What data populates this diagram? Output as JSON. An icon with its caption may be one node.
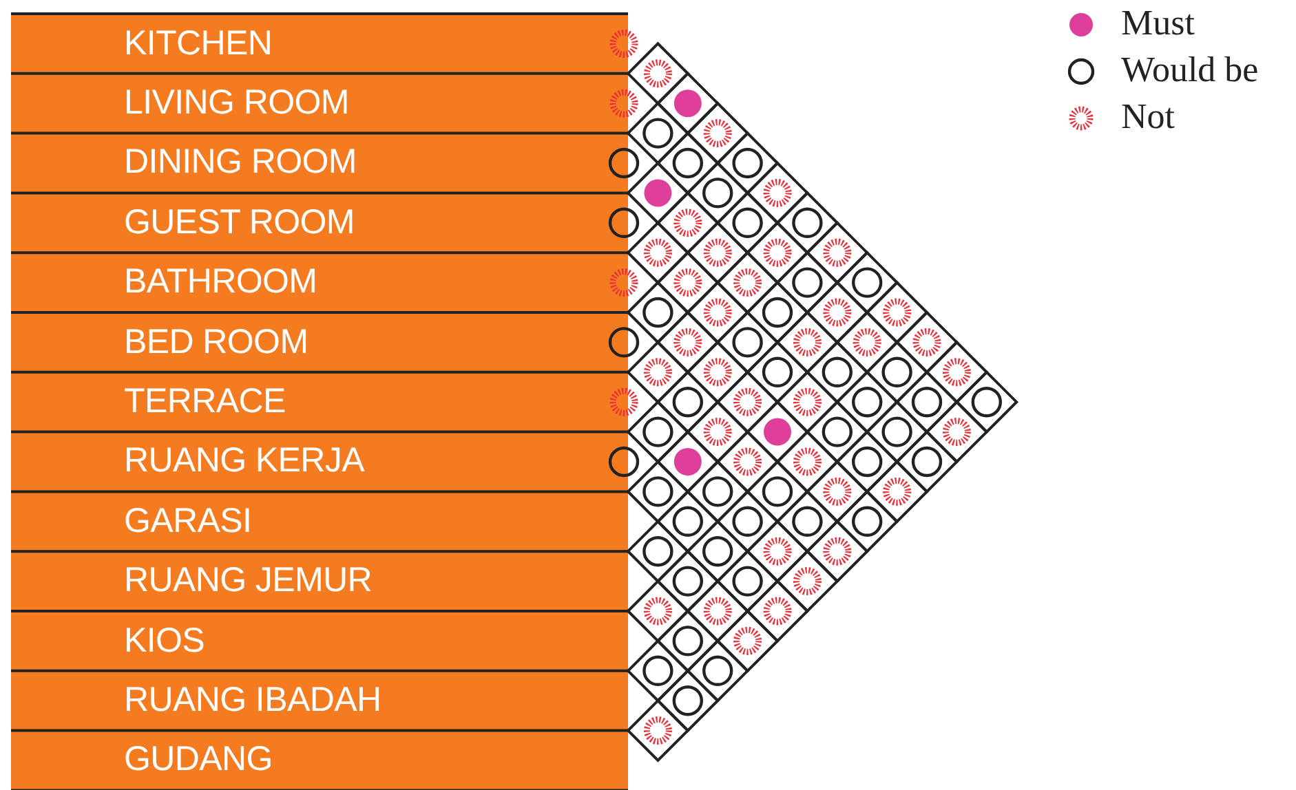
{
  "diagram": {
    "nodes": [
      {
        "text": [
          "KITCHEN"
        ]
      },
      {
        "text": [
          "LIVING ROOM"
        ]
      },
      {
        "text": [
          "DINING ROOM"
        ]
      },
      {
        "text": [
          "GUEST ROOM"
        ]
      },
      {
        "text": [
          "BATHROOM"
        ]
      },
      {
        "text": [
          "BED ROOM"
        ]
      },
      {
        "text": [
          "TERRACE"
        ]
      },
      {
        "text": [
          "RUANG KERJA"
        ]
      },
      {
        "text": [
          "GARASI"
        ]
      },
      {
        "text": [
          "RUANG JEMUR"
        ]
      },
      {
        "text": [
          "KIOS"
        ]
      },
      {
        "text": [
          "RUANG IBADAH"
        ]
      },
      {
        "text": [
          "GUDANG"
        ]
      }
    ],
    "legend": [
      {
        "text": "Must",
        "color": "#de3f9b"
      },
      {
        "text": "Would be"
      },
      {
        "text": "Not"
      }
    ]
  }
}
